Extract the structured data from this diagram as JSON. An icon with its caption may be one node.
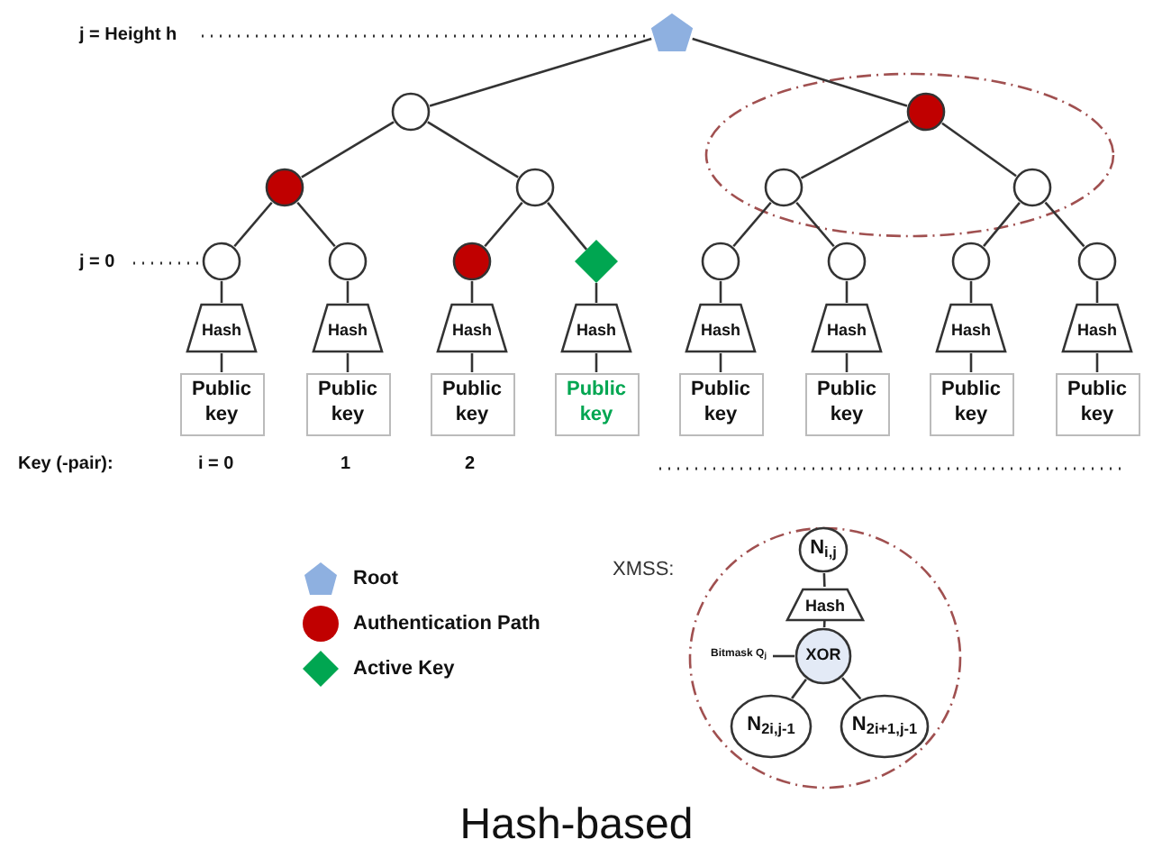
{
  "diagram": {
    "caption": "Hash-based",
    "nodes": [
      {
        "text": [],
        "shape": "pentagon"
      },
      {
        "text": [],
        "shape": "circle"
      },
      {
        "text": [],
        "shape": "circle"
      },
      {
        "text": [],
        "shape": "circle"
      },
      {
        "text": [],
        "shape": "circle"
      },
      {
        "text": [],
        "shape": "circle"
      },
      {
        "text": [],
        "shape": "circle"
      },
      {
        "text": [],
        "shape": "circle"
      },
      {
        "text": [],
        "shape": "circle"
      },
      {
        "text": [],
        "shape": "circle"
      },
      {
        "text": [],
        "shape": "diamond"
      },
      {
        "text": [],
        "shape": "circle"
      },
      {
        "text": [],
        "shape": "circle"
      },
      {
        "text": [],
        "shape": "circle"
      },
      {
        "text": [],
        "shape": "circle"
      },
      {
        "text": [
          "Hash"
        ]
      },
      {
        "text": [
          "Hash"
        ]
      },
      {
        "text": [
          "Hash"
        ]
      },
      {
        "text": [
          "Hash"
        ]
      },
      {
        "text": [
          "Hash"
        ]
      },
      {
        "text": [
          "Hash"
        ]
      },
      {
        "text": [
          "Hash"
        ]
      },
      {
        "text": [
          "Hash"
        ]
      },
      {
        "text": [
          "Public key"
        ]
      },
      {
        "text": [
          "Public key"
        ]
      },
      {
        "text": [
          "Public key"
        ]
      },
      {
        "text": [
          "Public key"
        ]
      },
      {
        "text": [
          "Public key"
        ]
      },
      {
        "text": [
          "Public key"
        ]
      },
      {
        "text": [
          "Public key"
        ]
      },
      {
        "text": [
          "Public key"
        ]
      },
      {
        "text": [],
        "shape": "circle",
        "beside": [
          "XMSS:"
        ]
      },
      {
        "text": [
          "N$_{i,j}$"
        ],
        "in": 31
      },
      {
        "text": [
          "Hash"
        ],
        "in": 31
      },
      {
        "text": [
          "XOR"
        ],
        "in": 31
      },
      {
        "text": [
          "N$_{2i,j-1}$"
        ],
        "in": 31
      },
      {
        "text": [
          "N$_{2i+1,j-1}$"
        ],
        "in": 31
      },
      {
        "text": [
          "Bitmask Q$_{j}$"
        ],
        "in": 31
      }
    ],
    "edges": [
      {
        "from": 0,
        "to": 1,
        "arrow": "none"
      },
      {
        "from": 0,
        "to": 2,
        "arrow": "none"
      },
      {
        "from": 1,
        "to": 3,
        "arrow": "none"
      },
      {
        "from": 1,
        "to": 4,
        "arrow": "none"
      },
      {
        "from": 2,
        "to": 5,
        "arrow": "none"
      },
      {
        "from": 2,
        "to": 6,
        "arrow": "none"
      },
      {
        "from": 3,
        "to": 7,
        "arrow": "none"
      },
      {
        "from": 3,
        "to": 8,
        "arrow": "none"
      },
      {
        "from": 4,
        "to": 9,
        "arrow": "none"
      },
      {
        "from": 4,
        "to": 10,
        "arrow": "none"
      },
      {
        "from": 5,
        "to": 11,
        "arrow": "none"
      },
      {
        "from": 5,
        "to": 12,
        "arrow": "none"
      },
      {
        "from": 6,
        "to": 13,
        "arrow": "none"
      },
      {
        "from": 6,
        "to": 14,
        "arrow": "none"
      },
      {
        "from": 7,
        "to": 15,
        "arrow": "none"
      },
      {
        "from": 8,
        "to": 16,
        "arrow": "none"
      },
      {
        "from": 9,
        "to": 17,
        "arrow": "none"
      },
      {
        "from": 10,
        "to": 18,
        "arrow": "none"
      },
      {
        "from": 11,
        "to": 19,
        "arrow": "none"
      },
      {
        "from": 12,
        "to": 20,
        "arrow": "none"
      },
      {
        "from": 13,
        "to": 21,
        "arrow": "none"
      },
      {
        "from": 14,
        "to": 22,
        "arrow": "none"
      },
      {
        "from": 15,
        "to": 23,
        "arrow": "none"
      },
      {
        "from": 16,
        "to": 24,
        "arrow": "none"
      },
      {
        "from": 17,
        "to": 25,
        "arrow": "none"
      },
      {
        "from": 18,
        "to": 26,
        "arrow": "none"
      },
      {
        "from": 19,
        "to": 27,
        "arrow": "none"
      },
      {
        "from": 20,
        "to": 28,
        "arrow": "none"
      },
      {
        "from": 21,
        "to": 29,
        "arrow": "none"
      },
      {
        "from": 22,
        "to": 30,
        "arrow": "none"
      },
      {
        "from": 32,
        "to": 33,
        "arrow": "none"
      },
      {
        "from": 33,
        "to": 34,
        "arrow": "none"
      },
      {
        "from": 34,
        "to": 35,
        "arrow": "none"
      },
      {
        "from": 34,
        "to": 36,
        "arrow": "none"
      },
      {
        "from": 37,
        "to": 34,
        "arrow": "none"
      }
    ],
    "labels": [
      "j = Height h",
      "j = 0",
      "Key (-pair):",
      "i = 0",
      "1",
      "2"
    ],
    "legend": [
      {
        "text": "Root",
        "color": "#8eb0e0"
      },
      {
        "text": "Authentication Path",
        "color": "#c00000"
      },
      {
        "text": "Active Key",
        "color": "#00a651"
      }
    ]
  }
}
